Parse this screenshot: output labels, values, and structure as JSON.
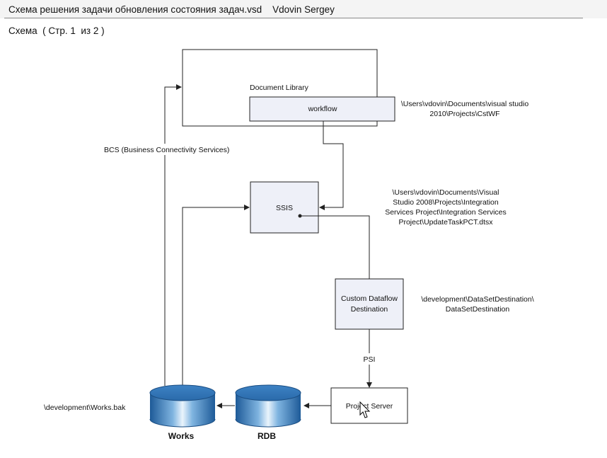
{
  "header": {
    "title": "Схема решения задачи обновления состояния задач.vsd    Vdovin Sergey",
    "page": "Схема  ( Стр. 1  из 2 )"
  },
  "diagram": {
    "nodes": {
      "document_library": "Document Library",
      "workflow": "workflow",
      "ssis": "SSIS",
      "custom_dataflow": [
        "Custom Dataflow",
        "Destination"
      ],
      "project_server": "Project Server",
      "works": "Works",
      "rdb": "RDB"
    },
    "edge_labels": {
      "bcs": "BCS (Business Connectivity Services)",
      "psi": "PSI"
    },
    "notes": {
      "workflow_path": [
        "\\Users\\vdovin\\Documents\\visual studio",
        "2010\\Projects\\CstWF"
      ],
      "ssis_path": [
        "\\Users\\vdovin\\Documents\\Visual",
        "Studio 2008\\Projects\\Integration",
        "Services Project\\Integration Services",
        "Project\\UpdateTaskPCT.dtsx"
      ],
      "dataset_path": [
        "\\development\\DataSetDestination\\",
        "DataSetDestination"
      ],
      "works_path": "\\development\\Works.bak"
    }
  },
  "colors": {
    "box_fill": "#eef0f8",
    "line": "#222222",
    "db_blue": "#2b6fb0"
  }
}
